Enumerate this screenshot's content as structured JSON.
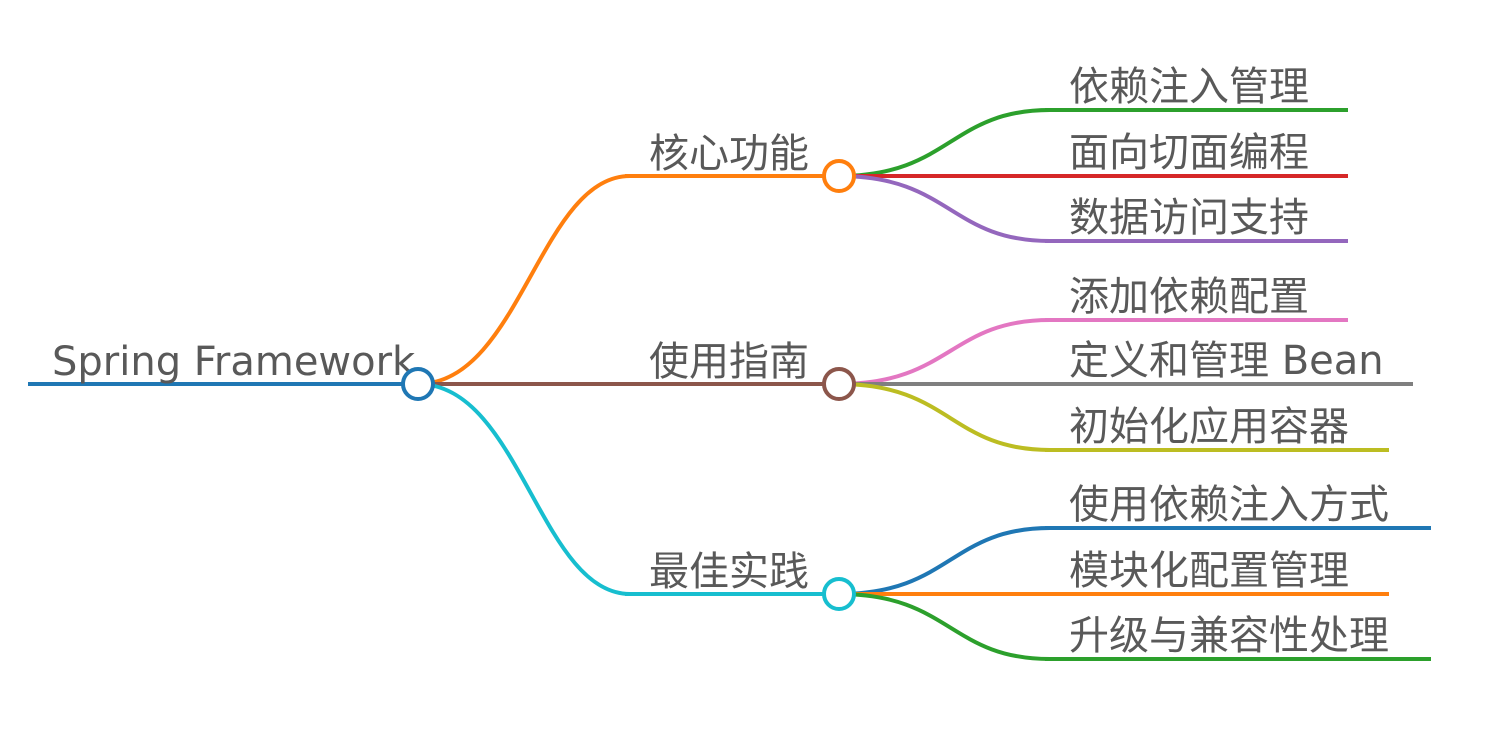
{
  "mindmap": {
    "root": {
      "label": "Spring Framework",
      "color": "#1f77b4"
    },
    "branches": [
      {
        "label": "核心功能",
        "color": "#ff7f0e",
        "children": [
          {
            "label": "依赖注入管理",
            "color": "#2ca02c"
          },
          {
            "label": "面向切面编程",
            "color": "#d62728"
          },
          {
            "label": "数据访问支持",
            "color": "#9467bd"
          }
        ]
      },
      {
        "label": "使用指南",
        "color": "#8c564b",
        "children": [
          {
            "label": "添加依赖配置",
            "color": "#e377c2"
          },
          {
            "label": "定义和管理 Bean",
            "color": "#7f7f7f"
          },
          {
            "label": "初始化应用容器",
            "color": "#bcbd22"
          }
        ]
      },
      {
        "label": "最佳实践",
        "color": "#17becf",
        "children": [
          {
            "label": "使用依赖注入方式",
            "color": "#1f77b4"
          },
          {
            "label": "模块化配置管理",
            "color": "#ff7f0e"
          },
          {
            "label": "升级与兼容性处理",
            "color": "#2ca02c"
          }
        ]
      }
    ]
  }
}
